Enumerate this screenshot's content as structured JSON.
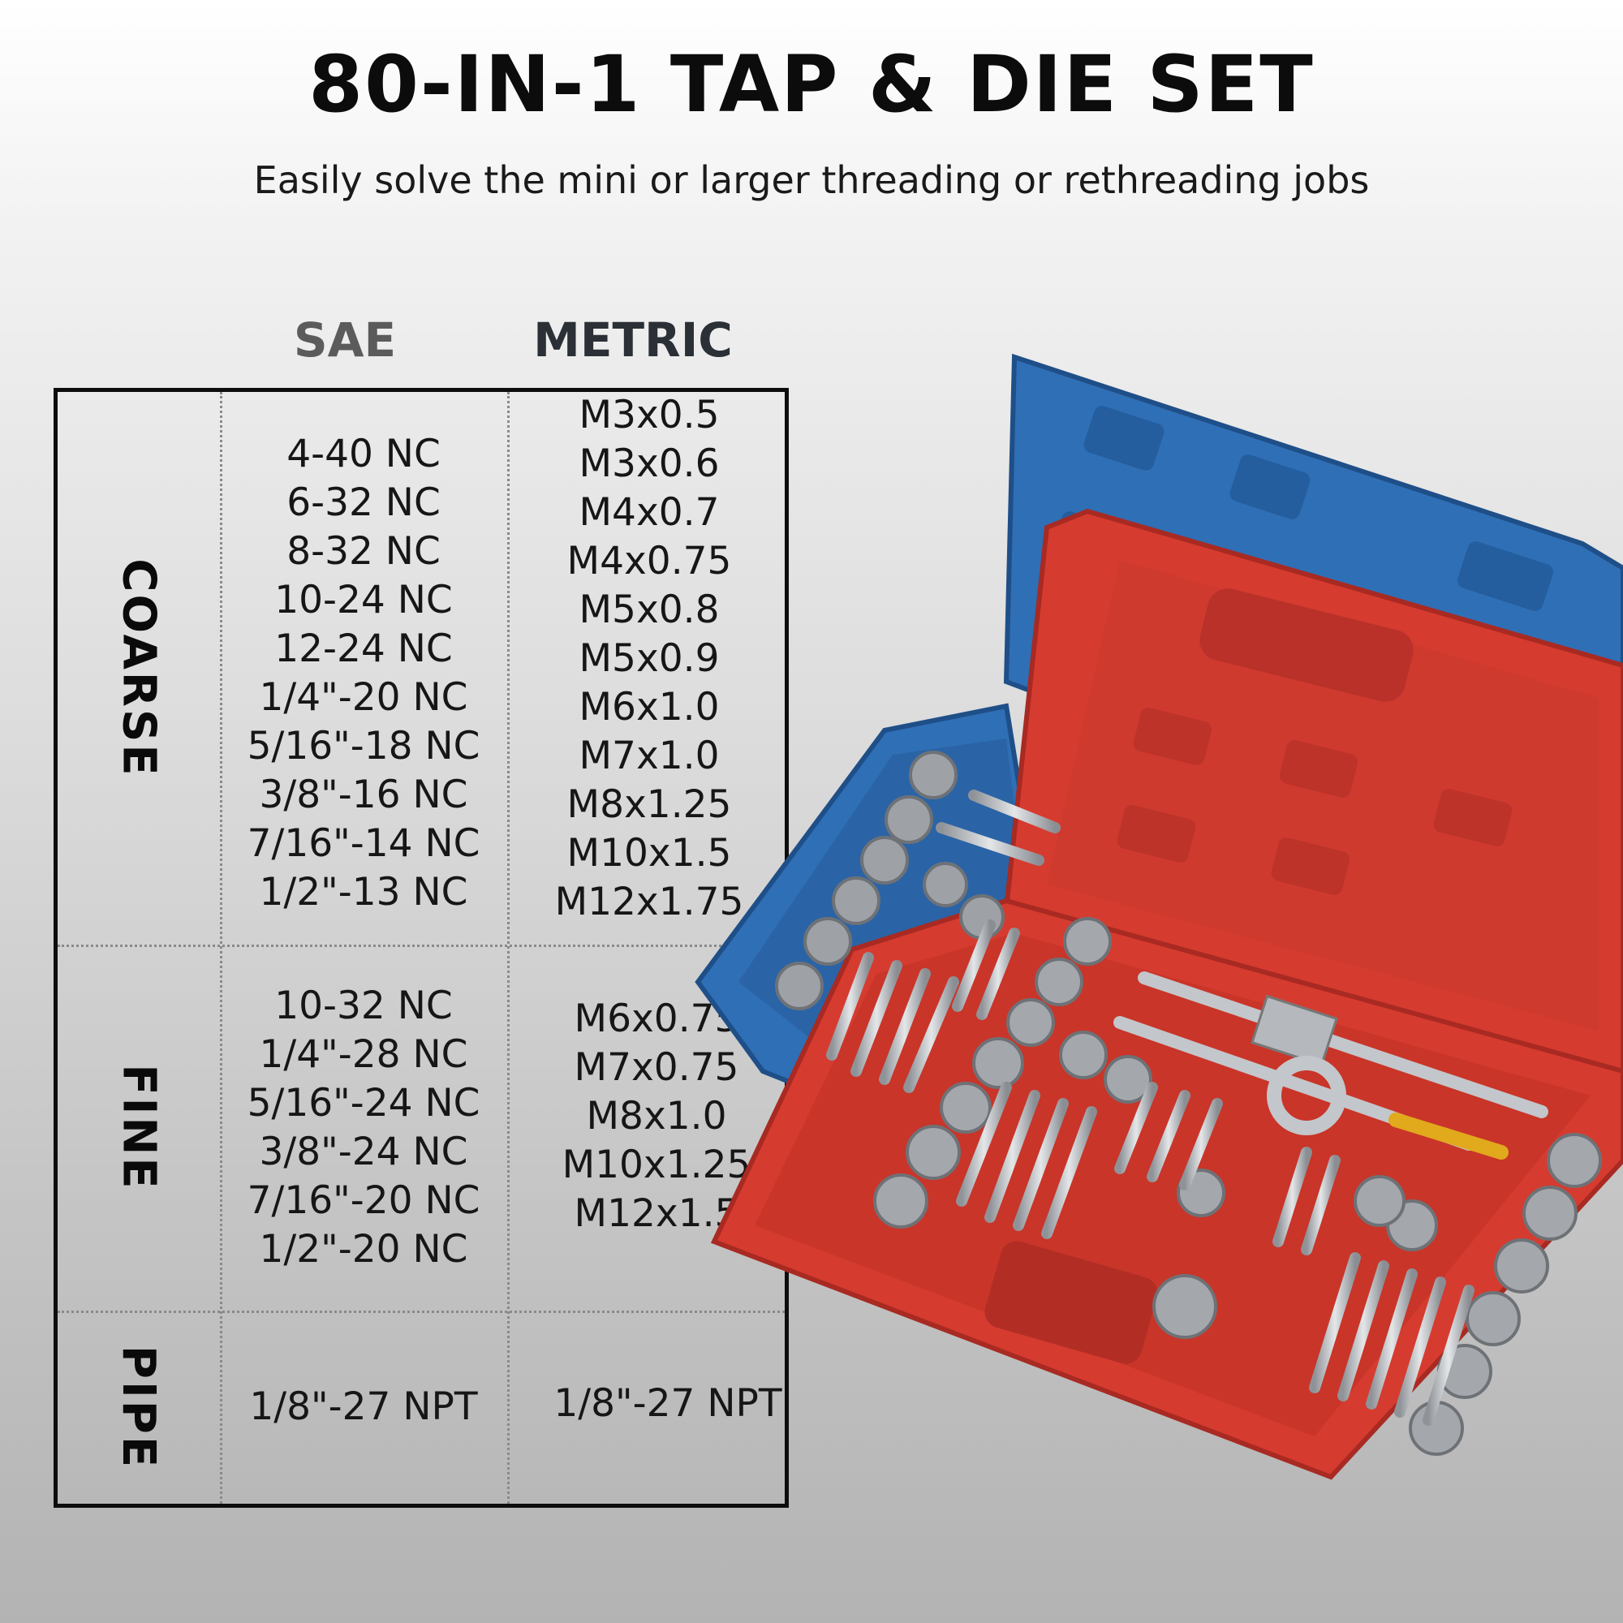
{
  "title": "80-IN-1 TAP & DIE SET",
  "subtitle": "Easily solve the mini or larger threading or rethreading jobs",
  "columns": {
    "sae": "SAE",
    "metric": "METRIC"
  },
  "rows": {
    "coarse": {
      "label": "COARSE",
      "sae": [
        "4-40 NC",
        "6-32 NC",
        "8-32 NC",
        "10-24 NC",
        "12-24 NC",
        "1/4\"-20 NC",
        "5/16\"-18 NC",
        "3/8\"-16 NC",
        "7/16\"-14 NC",
        "1/2\"-13 NC"
      ],
      "metric": [
        "M3x0.5",
        "M3x0.6",
        "M4x0.7",
        "M4x0.75",
        "M5x0.8",
        "M5x0.9",
        "M6x1.0",
        "M7x1.0",
        "M8x1.25",
        "M10x1.5",
        "M12x1.75"
      ]
    },
    "fine": {
      "label": "FINE",
      "sae": [
        "10-32 NC",
        "1/4\"-28 NC",
        "5/16\"-24 NC",
        "3/8\"-24 NC",
        "7/16\"-20 NC",
        "1/2\"-20 NC"
      ],
      "metric": [
        "M6x0.75",
        "M7x0.75",
        "M8x1.0",
        "M10x1.25",
        "M12x1.5"
      ]
    },
    "pipe": {
      "label": "PIPE",
      "sae": [
        "1/8\"-27 NPT"
      ],
      "metric": [
        "1/8\"-27 NPT"
      ]
    }
  },
  "colors": {
    "blue_case": "#2f6fb6",
    "red_case": "#d63b2f",
    "steel": "#b9bcc0"
  }
}
